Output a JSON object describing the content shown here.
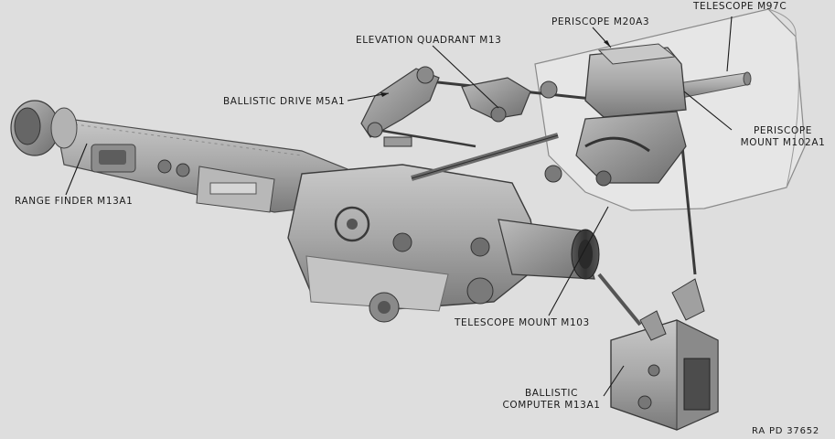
{
  "labels": {
    "telescope_m97c": "TELESCOPE M97C",
    "periscope_m20a3": "PERISCOPE M20A3",
    "elevation_quadrant": "ELEVATION QUADRANT M13",
    "ballistic_drive": "BALLISTIC DRIVE M5A1",
    "periscope_mount_l1": "PERISCOPE",
    "periscope_mount_l2": "MOUNT M102A1",
    "range_finder": "RANGE FINDER M13A1",
    "telescope_mount": "TELESCOPE MOUNT M103",
    "ballistic_computer_l1": "BALLISTIC",
    "ballistic_computer_l2": "COMPUTER M13A1",
    "reference": "RA PD 37652"
  }
}
